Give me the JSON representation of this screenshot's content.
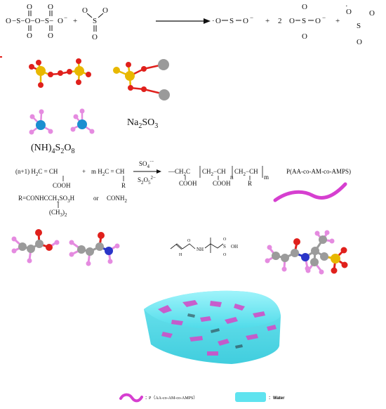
{
  "reaction1": {
    "reactant1_prefix": "O",
    "reactant1_text": "−S−O−O−S−",
    "reactant1_suffix": "O",
    "o_top1": "O",
    "o_top2": "O",
    "o_bot1": "O",
    "o_bot2": "O",
    "plus1": "+",
    "reactant2_S": "S",
    "reactant2_O1": "O",
    "reactant2_O2": "O",
    "reactant2_O3": "O",
    "minus": "−",
    "radical_dot": "·",
    "prod1_O": "O",
    "prod1_S": "S",
    "plus2": "+",
    "coef2": "2",
    "prod2_S": "S",
    "plus3": "+",
    "prod3_S": "S"
  },
  "labels": {
    "aps": "(NH)",
    "aps_sub1": "4",
    "aps_mid": "S",
    "aps_sub2": "2",
    "aps_o": "O",
    "aps_sub3": "8",
    "na2so3": "Na",
    "na_sub1": "2",
    "na_mid": "SO",
    "na_sub2": "3"
  },
  "polymerization": {
    "lhs1": "(n+1) H",
    "lhs1_sub": "2",
    "lhs1_rest": "C = CH",
    "lhs1_cooh": "COOH",
    "plus": "+",
    "lhs2": "m H",
    "lhs2_sub": "2",
    "lhs2_rest": "C = CH",
    "lhs2_r": "R",
    "cat_top": "SO",
    "cat_top_sub": "4",
    "cat_top_sup": "·−",
    "cat_bot": "S",
    "cat_bot_sub": "2",
    "cat_bot_o": "O",
    "cat_bot_sub2": "5",
    "cat_bot_sup": "2−",
    "product": "—CH",
    "product_sub": "2",
    "product_mid": "C",
    "product_rest1": "CH",
    "product_rest1_sub": "2",
    "product_rest2": "−CH",
    "product_rest3": "CH",
    "product_rest3_sub": "2",
    "product_rest4": "−CH",
    "product_cooh1": "COOH",
    "product_cooh2": "COOH",
    "product_r": "R",
    "n_sub": "n",
    "m_sub": "m",
    "product_name": "P(AA-co-AM-co-AMPS)",
    "r_def": "R=CONHCCH",
    "r_def_sub": "2",
    "r_def_rest": "SO",
    "r_def_sub2": "3",
    "r_def_h": "H",
    "r_def_or": "or",
    "r_def_conh": "CONH",
    "r_def_conh_sub": "2",
    "r_def_ch3": "(CH",
    "r_def_ch3_sub": "3",
    "r_def_ch3_close": ")",
    "r_def_ch3_sub2": "2"
  },
  "amps_structure": {
    "nh": "NH",
    "so3h": "OH",
    "s": "S",
    "o": "O",
    "h": "H"
  },
  "legend": {
    "polymer_label": "P（AA-co-AM-co-AMPS）",
    "water_label": "Water",
    "colon": ":"
  },
  "colors": {
    "oxygen": "#e0201c",
    "sulfur": "#e8b800",
    "sodium": "#9a9a9a",
    "nitrogen_blue": "#1b8fd0",
    "hydrogen": "#e58be0",
    "carbon": "#9b9b9b",
    "nitrogen": "#2a35c8",
    "polymer": "#d63fd0",
    "water": "#5fe3ef",
    "arrow": "#111111"
  }
}
